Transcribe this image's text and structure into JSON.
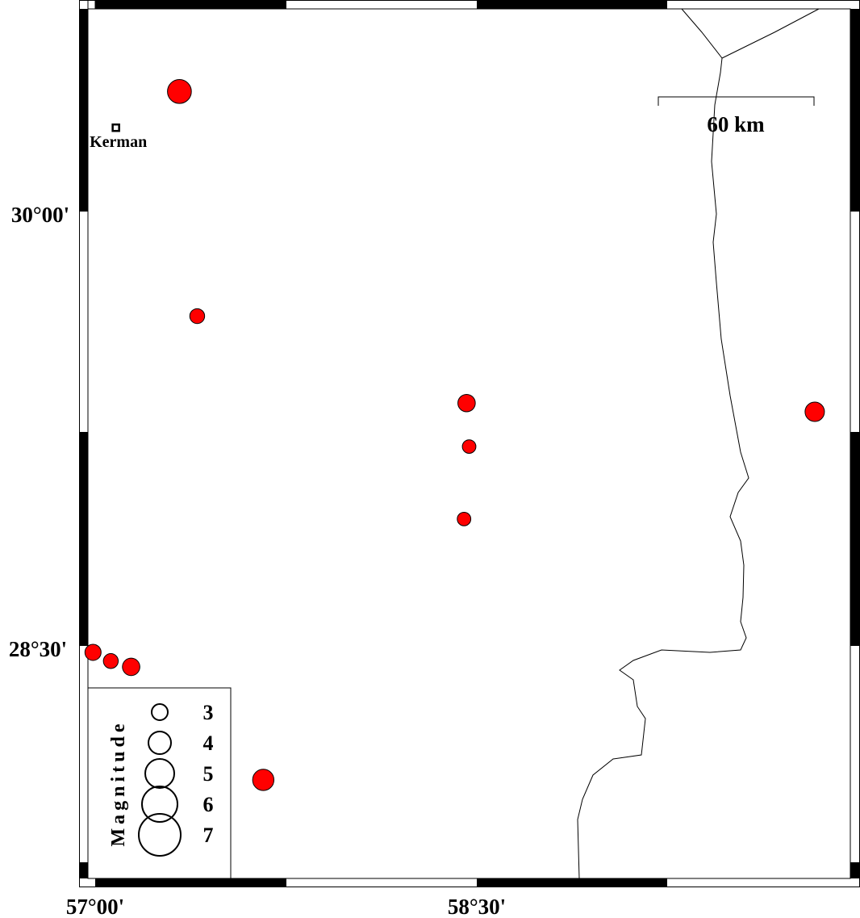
{
  "map": {
    "region": {
      "lon_min": 56.97,
      "lon_max": 59.97,
      "lat_min": 27.7,
      "lat_max": 30.7
    },
    "axis_labels": {
      "lat_30": "30°00'",
      "lat_2830": "28°30'",
      "lon_57": "57°00'",
      "lon_5830": "58°30'"
    },
    "scale_bar": {
      "label": "60 km",
      "length_km": 60
    },
    "city": {
      "name": "Kerman",
      "lon": 57.08,
      "lat": 30.29
    },
    "event_color": "#ff0000",
    "events": [
      {
        "lon": 57.33,
        "lat": 30.415,
        "mag": 4.2
      },
      {
        "lon": 57.4,
        "lat": 29.64,
        "mag": 2.8
      },
      {
        "lon": 58.46,
        "lat": 29.34,
        "mag": 3.2
      },
      {
        "lon": 58.47,
        "lat": 29.19,
        "mag": 2.6
      },
      {
        "lon": 58.45,
        "lat": 28.94,
        "mag": 2.6
      },
      {
        "lon": 59.83,
        "lat": 29.31,
        "mag": 3.5
      },
      {
        "lon": 56.99,
        "lat": 28.48,
        "mag": 3.0
      },
      {
        "lon": 57.06,
        "lat": 28.45,
        "mag": 2.8
      },
      {
        "lon": 57.14,
        "lat": 28.43,
        "mag": 3.2
      },
      {
        "lon": 57.66,
        "lat": 28.04,
        "mag": 3.8
      }
    ]
  },
  "legend": {
    "title": "Magnitude",
    "entries": [
      {
        "label": "3",
        "mag": 3
      },
      {
        "label": "4",
        "mag": 4
      },
      {
        "label": "5",
        "mag": 5
      },
      {
        "label": "6",
        "mag": 6
      },
      {
        "label": "7",
        "mag": 7
      }
    ]
  }
}
